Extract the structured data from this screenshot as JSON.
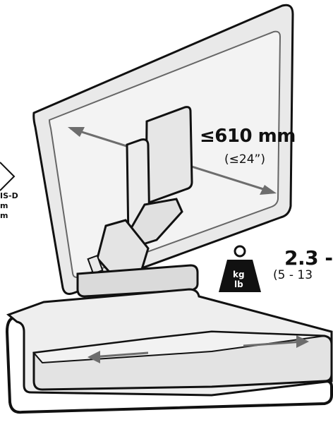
{
  "labels": {
    "screen_size": "≤610 mm",
    "screen_size_imperial": "(≤24”)",
    "weight_range": "2.3 -",
    "weight_range_imperial": "(5 - 13",
    "vesa_line1": "IS-D",
    "vesa_line2": "m",
    "vesa_line3": "m"
  },
  "weight_icon": {
    "name": "weight-icon",
    "unit_kg": "kg",
    "unit_lb": "lb"
  },
  "colors": {
    "line": "#111111",
    "panel_fill": "#e9e9e9",
    "inner_fill": "#f3f3f3",
    "arrow": "#6d6d6d",
    "icon_fill": "#111111"
  }
}
